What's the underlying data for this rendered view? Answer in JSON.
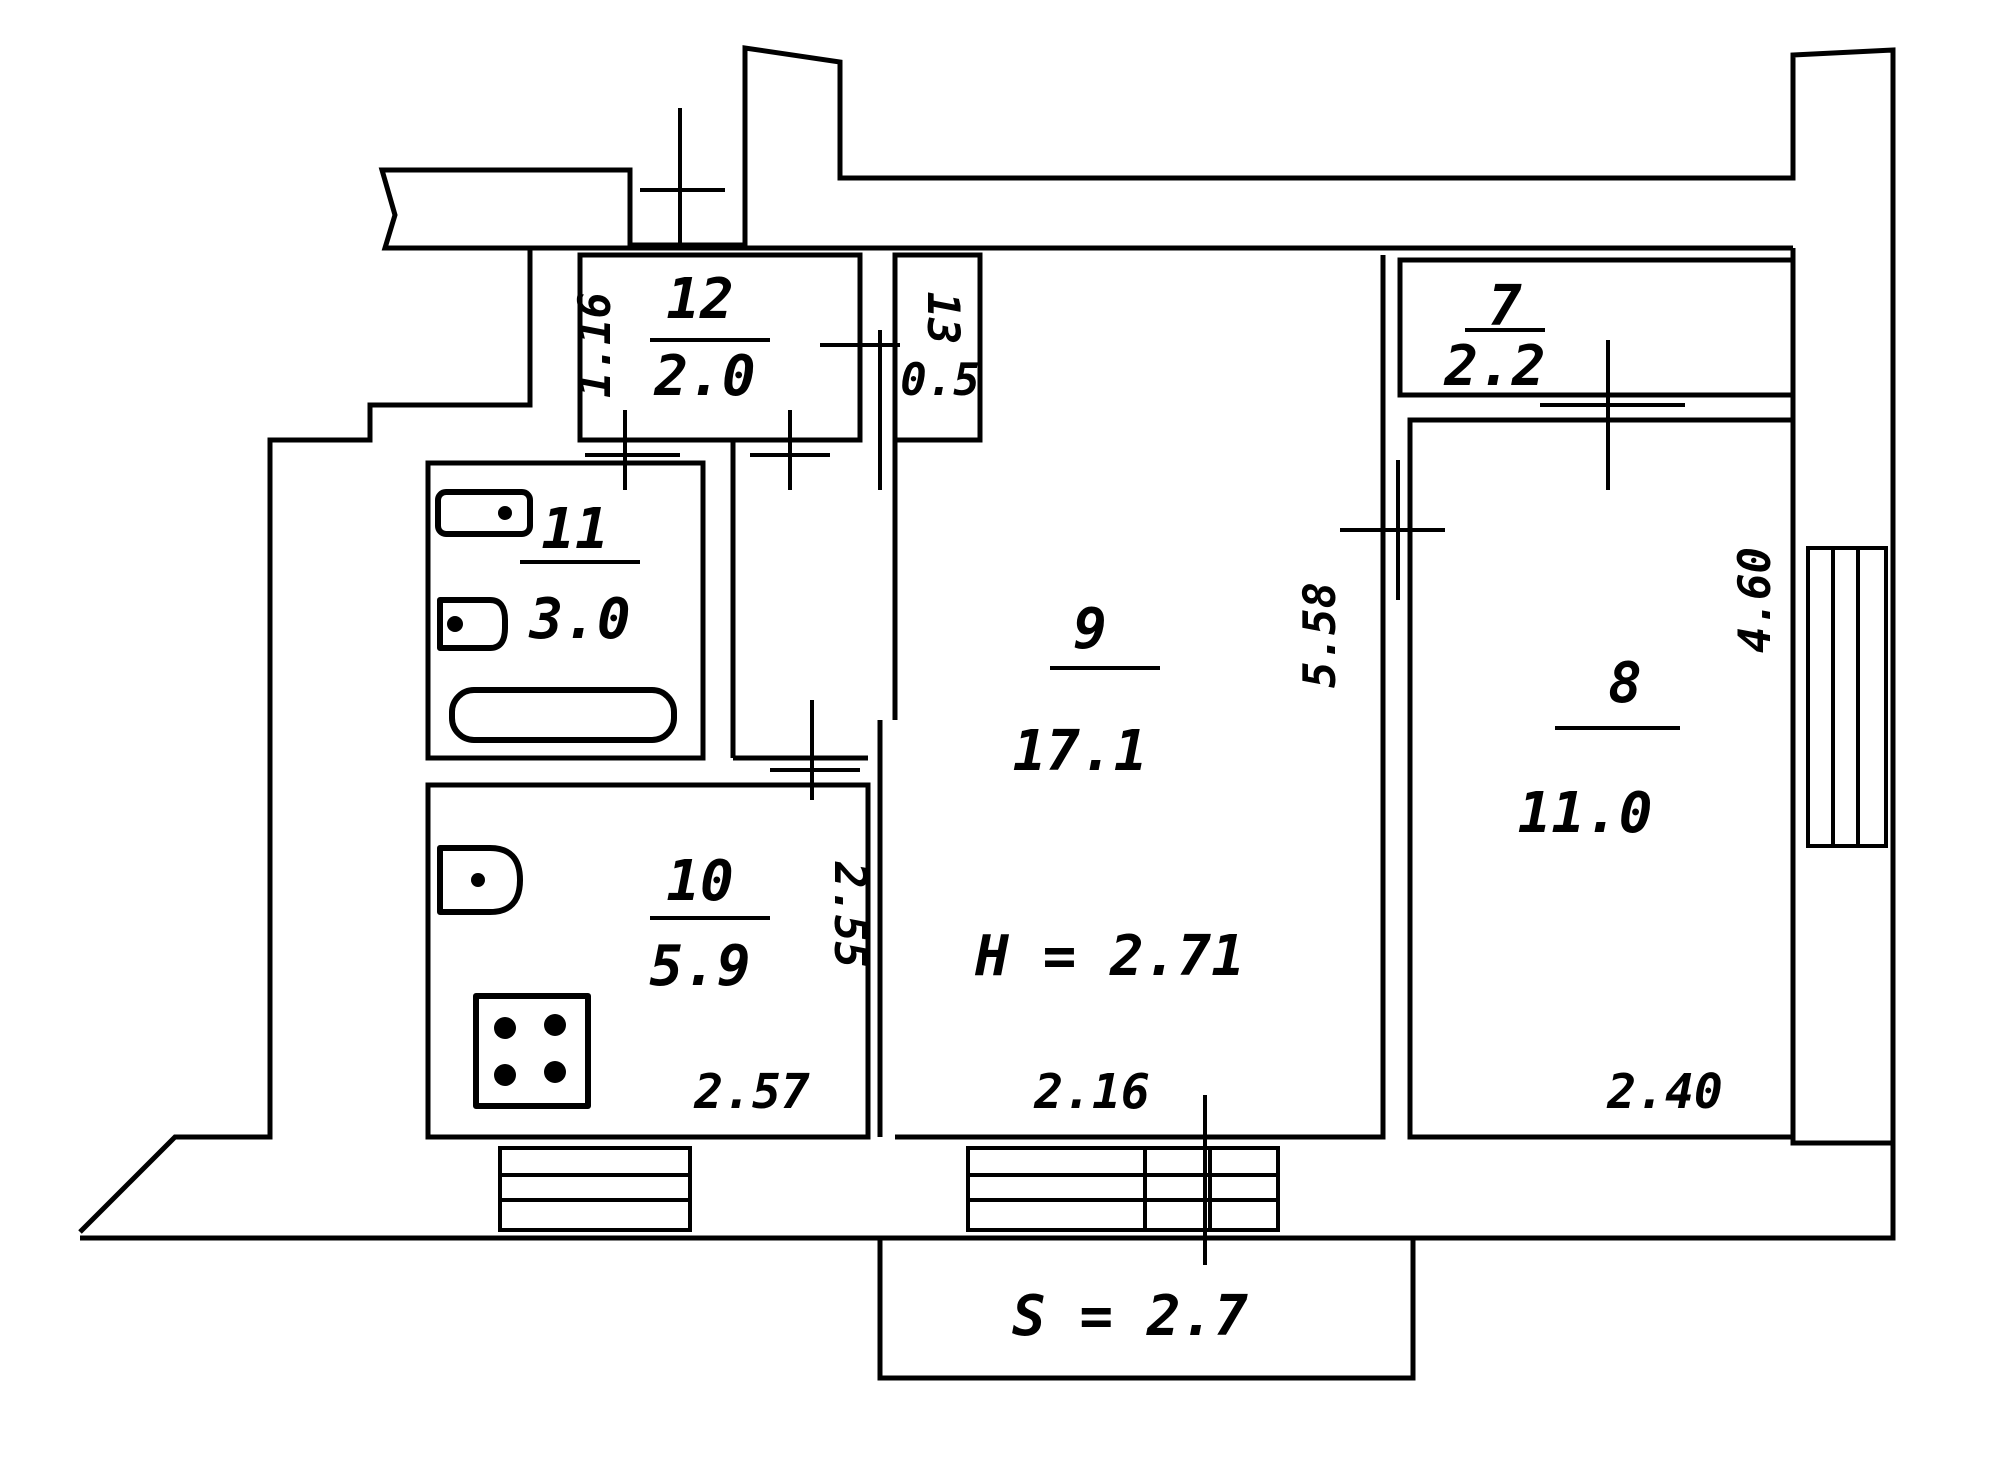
{
  "rooms": [
    {
      "id": "7",
      "area": "2.2"
    },
    {
      "id": "8",
      "area": "11.0"
    },
    {
      "id": "9",
      "area": "17.1"
    },
    {
      "id": "10",
      "area": "5.9"
    },
    {
      "id": "11",
      "area": "3.0"
    },
    {
      "id": "12",
      "area": "2.0"
    },
    {
      "id": "13",
      "area": "0.5"
    }
  ],
  "height_label": "H = 2.71",
  "dimensions": {
    "kitchen_width": "2.57",
    "living_width": "2.16",
    "bedroom_width": "2.40",
    "bedroom_length": "4.60",
    "living_length": "5.58",
    "kitchen_length": "2.55",
    "hall_width": "1.16"
  },
  "balcony_label": "S = 2.7"
}
